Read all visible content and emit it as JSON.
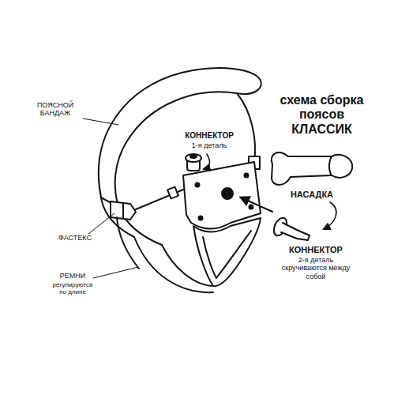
{
  "diagram": {
    "title": "схема сборка поясов КЛАССИК",
    "labels": [
      "ПОЯСНОЙ БАНДАЖ",
      "ФАСТЕКС",
      "РЕМНИ",
      "регулируются по длине",
      "КОННЕКТОР",
      "1-я деталь",
      "НАСАДКА",
      "КОННЕКТОР",
      "2-я деталь скручиваются между собой"
    ]
  }
}
